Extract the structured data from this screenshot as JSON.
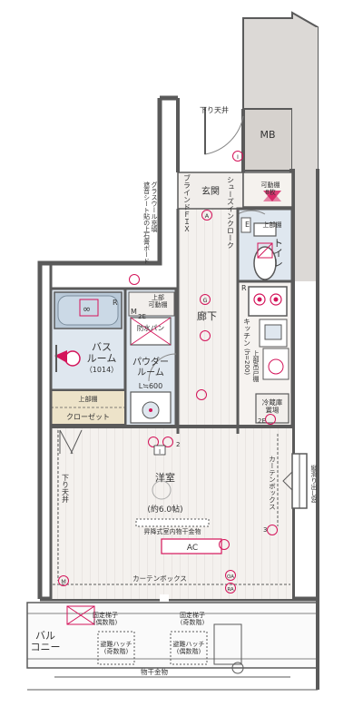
{
  "labels": {
    "ceiling_drop_top": "下り天井",
    "mb": "MB",
    "blind_fix": "ブラインドＦＩＸ",
    "entrance": "玄関",
    "shoe_closet": "シューズインクローク",
    "shelves_8": "可動棚\n8枚",
    "wall_note": "グラスウール充填\n遮音シート貼の上石膏ボード",
    "upper_shelf_wc": "上部棚",
    "toilet": "トイレ",
    "corridor": "廊下",
    "upper_movable_shelf": "上部\n可動棚",
    "waterproof_pan": "防水パン",
    "bathroom": "バス\nルーム",
    "bathroom_size": "（1014）",
    "powder_room": "パウダー\nルーム",
    "powder_l": "L≒600",
    "kitchen": "キッチン",
    "kitchen_height": "(h=200)",
    "upper_cabinet": "上部吊戸棚",
    "fridge": "冷蔵庫\n置場",
    "upper_shelf_closet": "上部棚",
    "closet": "クローゼット",
    "ceiling_drop_left": "下り天井",
    "western_room": "洋室",
    "room_size": "(約6.0帖)",
    "curtain_box_right": "カーテンボックス",
    "window": "縦滑り出し窓",
    "drying_hardware_indoor": "昇降式室内物干金物",
    "ac": "AC",
    "curtain_box_bottom": "カーテンボックス",
    "balcony": "バル\nコニー",
    "fixed_ladder_left": "固定梯子\n(偶数階)",
    "fixed_ladder_right": "固定梯子\n(奇数階)",
    "escape_hatch_left": "避難ハッチ\n(奇数階)",
    "escape_hatch_right": "避難ハッチ\n(偶数階)",
    "drying_hardware": "物干金物"
  },
  "symbols": {
    "marker_I": "I",
    "marker_A": "A",
    "marker_G": "G",
    "marker_E": "E",
    "marker_R": "R",
    "marker_M": "M",
    "marker_2E": "2E",
    "marker_3": "3",
    "marker_2": "2",
    "marker_OA": "OA",
    "marker_RA": "RA"
  },
  "colors": {
    "wall": "#5a5a5a",
    "floor": "#f2efec",
    "floor_line": "#c9c3bd",
    "wet_area": "#dfe7ef",
    "bath": "#b9c9d8",
    "closet": "#ede3c9",
    "accent": "#d4145a",
    "mb": "#d9d6d3"
  }
}
